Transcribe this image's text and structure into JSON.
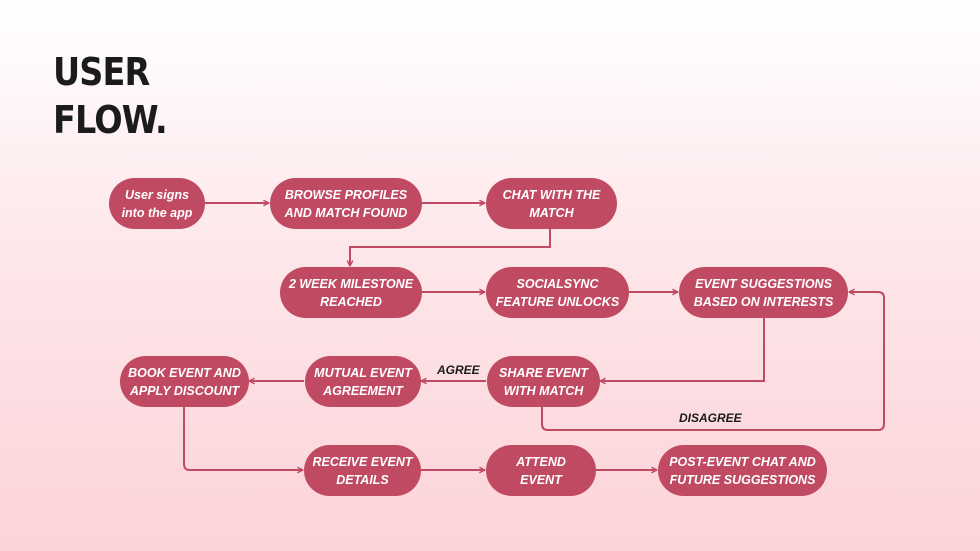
{
  "title": {
    "line1": "USER",
    "line2": "FLOW."
  },
  "colors": {
    "node_fill": "#c04a62",
    "connector": "#c04a62",
    "node_text": "#ffffff"
  },
  "nodes": {
    "signin": "User signs into the app",
    "browse": "BROWSE PROFILES AND MATCH FOUND",
    "chat": "CHAT WITH THE MATCH",
    "milestone": "2 WEEK MILESTONE REACHED",
    "socialsync": "SOCIALSYNC FEATURE UNLOCKS",
    "suggestions": "EVENT SUGGESTIONS BASED ON INTERESTS",
    "share": "SHARE EVENT WITH MATCH",
    "mutual": "MUTUAL EVENT AGREEMENT",
    "book": "BOOK EVENT AND APPLY DISCOUNT",
    "receive": "RECEIVE EVENT DETAILS",
    "attend": "ATTEND EVENT",
    "postchat": "POST-EVENT CHAT AND FUTURE SUGGESTIONS"
  },
  "edge_labels": {
    "agree": "AGREE",
    "disagree": "DISAGREE"
  }
}
